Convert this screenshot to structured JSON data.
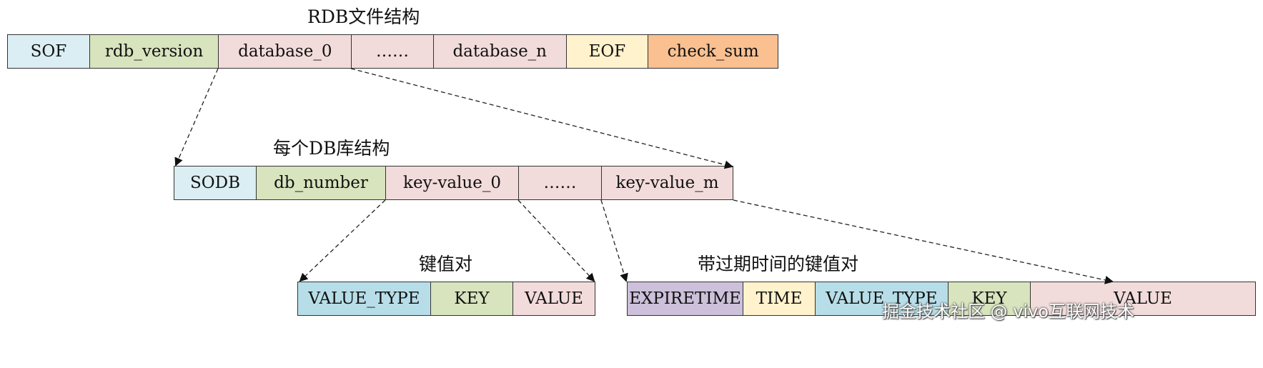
{
  "rdb": {
    "title": "RDB文件结构",
    "cells": [
      {
        "label": "SOF",
        "color": "#DAEEF3"
      },
      {
        "label": "rdb_version",
        "color": "#D7E4BD"
      },
      {
        "label": "database_0",
        "color": "#F2DCDB"
      },
      {
        "label": "……",
        "color": "#F2DCDB"
      },
      {
        "label": "database_n",
        "color": "#F2DCDB"
      },
      {
        "label": "EOF",
        "color": "#FFF2CC"
      },
      {
        "label": "check_sum",
        "color": "#FAC090"
      }
    ]
  },
  "db": {
    "title": "每个DB库结构",
    "cells": [
      {
        "label": "SODB",
        "color": "#DAEEF3"
      },
      {
        "label": "db_number",
        "color": "#D7E4BD"
      },
      {
        "label": "key-value_0",
        "color": "#F2DCDB"
      },
      {
        "label": "……",
        "color": "#F2DCDB"
      },
      {
        "label": "key-value_m",
        "color": "#F2DCDB"
      }
    ]
  },
  "kv": {
    "title": "键值对",
    "cells": [
      {
        "label": "VALUE_TYPE",
        "color": "#B7DEE8"
      },
      {
        "label": "KEY",
        "color": "#D7E4BD"
      },
      {
        "label": "VALUE",
        "color": "#F2DCDB"
      }
    ]
  },
  "kv_expire": {
    "title": "带过期时间的键值对",
    "cells": [
      {
        "label": "EXPIRETIME",
        "color": "#CCC0DA"
      },
      {
        "label": "TIME",
        "color": "#FFF2CC"
      },
      {
        "label": "VALUE_TYPE",
        "color": "#B7DEE8"
      },
      {
        "label": "KEY",
        "color": "#D7E4BD"
      },
      {
        "label": "VALUE",
        "color": "#F2DCDB"
      }
    ]
  },
  "watermark": "掘金技术社区 @ vivo互联网技术"
}
